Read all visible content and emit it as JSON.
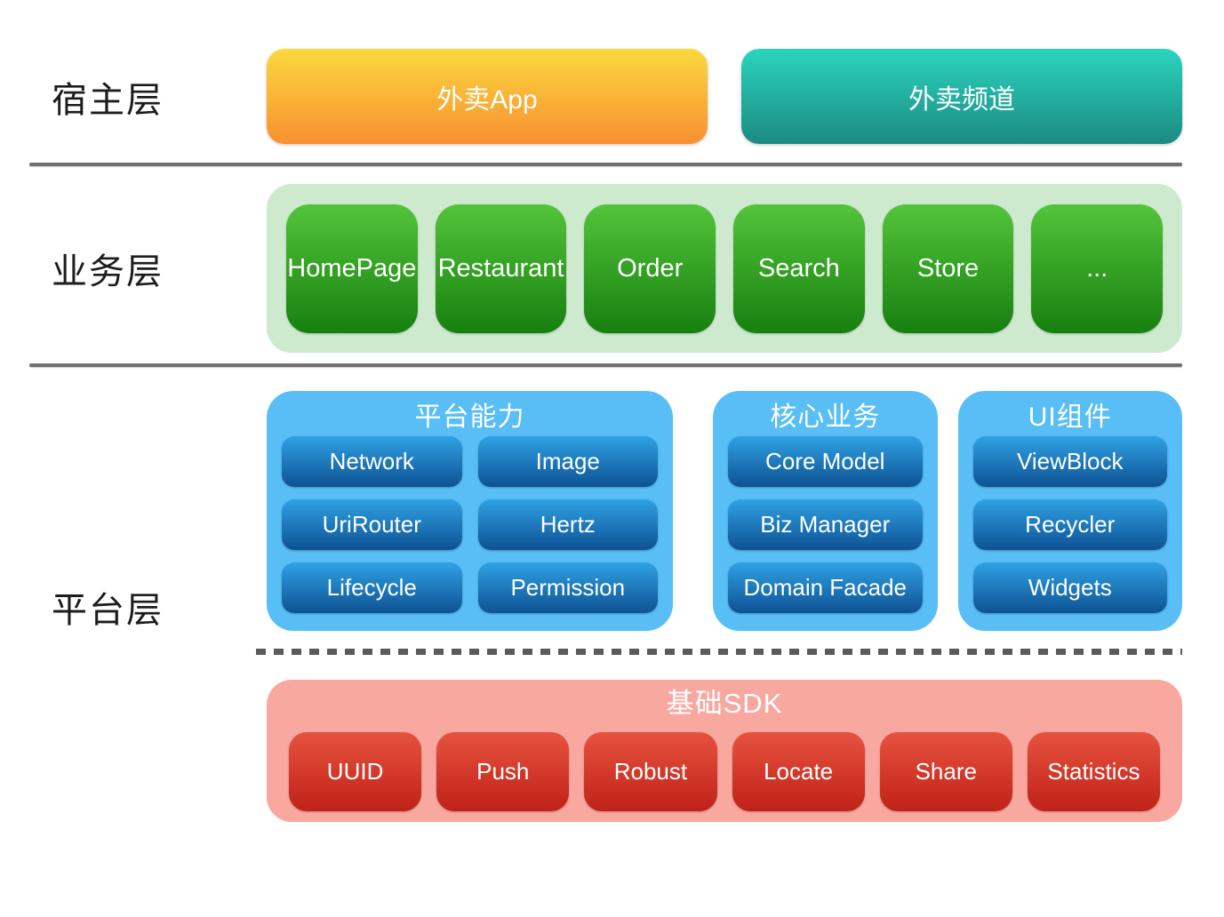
{
  "diagram": {
    "host_layer": {
      "label": "宿主层",
      "app_box": "外卖App",
      "channel_box": "外卖频道"
    },
    "business_layer": {
      "label": "业务层",
      "modules": [
        "HomePage",
        "Restaurant",
        "Order",
        "Search",
        "Store",
        "..."
      ]
    },
    "platform_layer": {
      "label": "平台层",
      "groups": [
        {
          "title": "平台能力",
          "items": [
            "Network",
            "Image",
            "UriRouter",
            "Hertz",
            "Lifecycle",
            "Permission"
          ]
        },
        {
          "title": "核心业务",
          "items": [
            "Core Model",
            "Biz Manager",
            "Domain Facade"
          ]
        },
        {
          "title": "UI组件",
          "items": [
            "ViewBlock",
            "Recycler",
            "Widgets"
          ]
        }
      ],
      "sdk": {
        "title": "基础SDK",
        "items": [
          "UUID",
          "Push",
          "Robust",
          "Locate",
          "Share",
          "Statistics"
        ]
      }
    },
    "colors": {
      "host_app_gradient": [
        "#FBD83E",
        "#F89030"
      ],
      "host_channel_gradient": [
        "#2BD4BE",
        "#1B8B82"
      ],
      "business_container": "#CDE9CE",
      "business_box_gradient": [
        "#53C43A",
        "#17800F"
      ],
      "platform_container": "#58BEF5",
      "platform_box_gradient": [
        "#2FA2E4",
        "#0E5294"
      ],
      "sdk_container": "#F9A8A0",
      "sdk_box_gradient": [
        "#E7523F",
        "#C02217"
      ],
      "divider": "#6F6F6F",
      "dashed_divider": "#5A5A5A",
      "text_dark": "#1C1C1C",
      "text_light": "#FFFFFF"
    }
  }
}
